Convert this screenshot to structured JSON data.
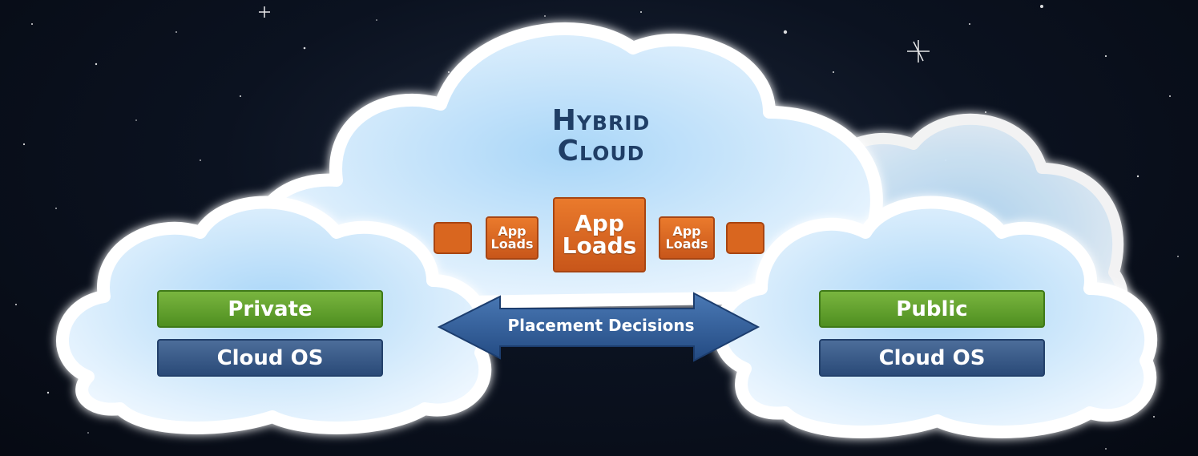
{
  "title": {
    "line1": "Hybrid",
    "line2": "Cloud"
  },
  "center": {
    "main_box": {
      "line1": "App",
      "line2": "Loads"
    },
    "left_box": {
      "line1": "App",
      "line2": "Loads"
    },
    "right_box": {
      "line1": "App",
      "line2": "Loads"
    }
  },
  "arrow": {
    "label": "Placement Decisions"
  },
  "private": {
    "tier_label": "Private",
    "os_label": "Cloud OS"
  },
  "public": {
    "tier_label": "Public",
    "os_label": "Cloud OS"
  },
  "colors": {
    "green": "#5a9a2a",
    "blue": "#2f5182",
    "orange": "#d9661f",
    "title": "#1f3e66",
    "cloud": "#cfe8fb"
  }
}
